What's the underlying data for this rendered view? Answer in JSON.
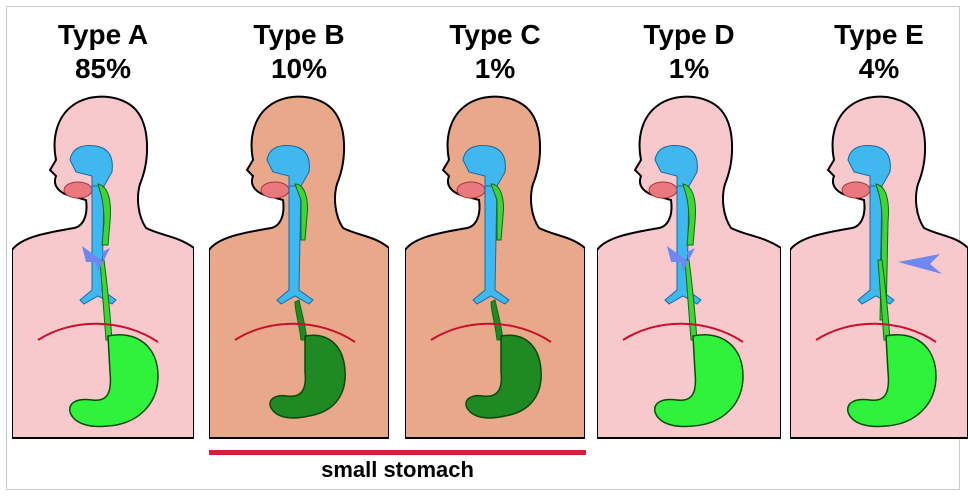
{
  "panels": [
    {
      "type": "Type A",
      "percent": "85%",
      "body_color": "#f7c9cc",
      "stomach_color": "#2ff23a",
      "stomach_size": "normal",
      "fistula": "lower"
    },
    {
      "type": "Type B",
      "percent": "10%",
      "body_color": "#e8a98b",
      "stomach_color": "#1f8a22",
      "stomach_size": "small",
      "fistula": "none"
    },
    {
      "type": "Type C",
      "percent": "1%",
      "body_color": "#e8a98b",
      "stomach_color": "#1f8a22",
      "stomach_size": "small",
      "fistula": "none"
    },
    {
      "type": "Type D",
      "percent": "1%",
      "body_color": "#f7c9cc",
      "stomach_color": "#2ff23a",
      "stomach_size": "normal",
      "fistula": "lower"
    },
    {
      "type": "Type E",
      "percent": "4%",
      "body_color": "#f7c9cc",
      "stomach_color": "#2ff23a",
      "stomach_size": "normal",
      "fistula": "side"
    }
  ],
  "bracket_label": "small stomach",
  "colors": {
    "airway": "#3fb8ef",
    "esophagus": "#3fd43a",
    "diaphragm": "#c8102e",
    "arrow": "#6f87f0",
    "bracket": "#d61f3a"
  }
}
